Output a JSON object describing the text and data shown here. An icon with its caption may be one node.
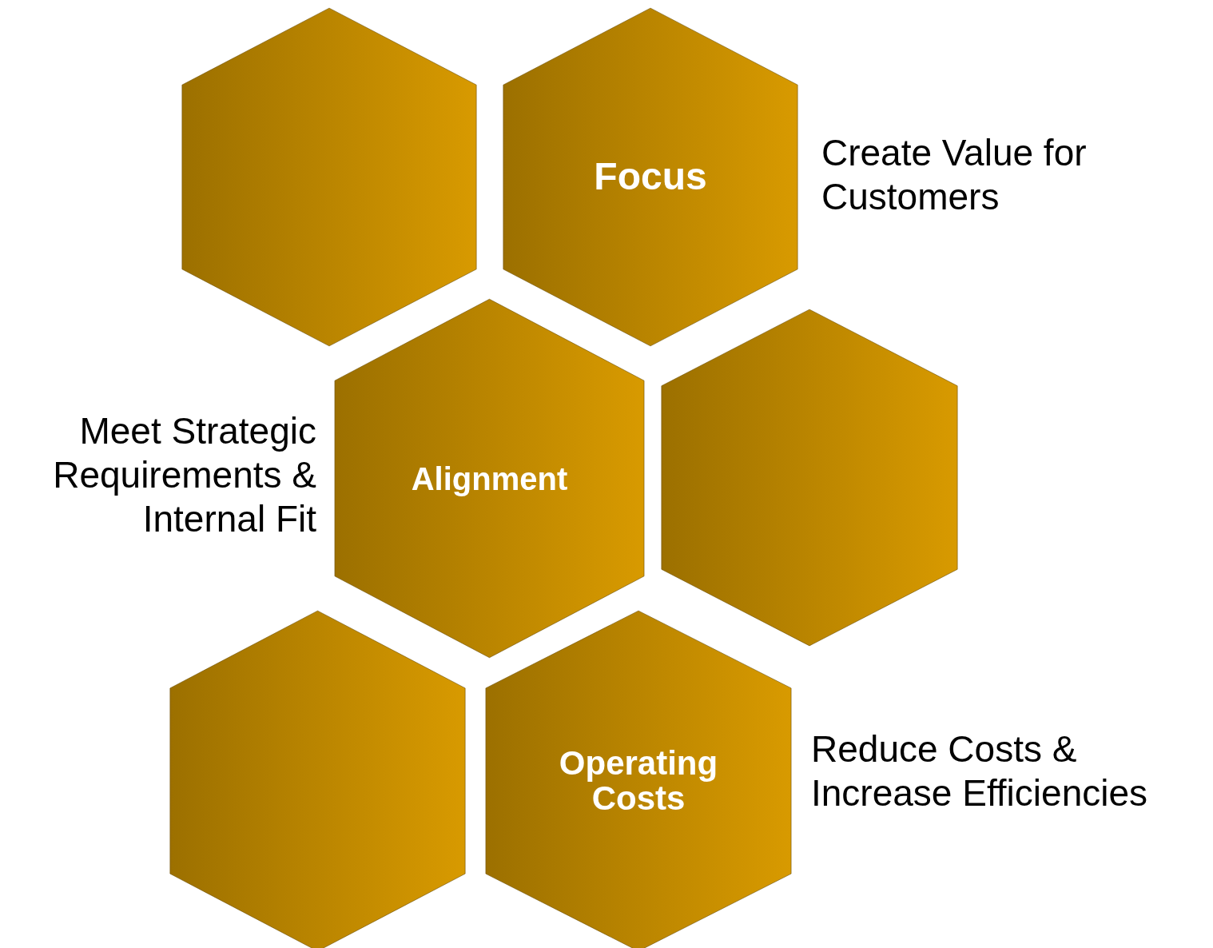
{
  "diagram": {
    "nodes": [
      {
        "text": [],
        "shape": "hexagon"
      },
      {
        "text": [
          "Focus"
        ],
        "beside": [
          "Create Value for Customers"
        ]
      },
      {
        "text": [
          "Alignment"
        ],
        "beside": [
          "Meet Strategic Requirements & Internal Fit"
        ]
      },
      {
        "text": [],
        "shape": "hexagon"
      },
      {
        "text": [],
        "shape": "hexagon"
      },
      {
        "text": [
          "Operating Costs"
        ],
        "beside": [
          "Reduce Costs & Increase Efficiencies"
        ]
      }
    ]
  }
}
